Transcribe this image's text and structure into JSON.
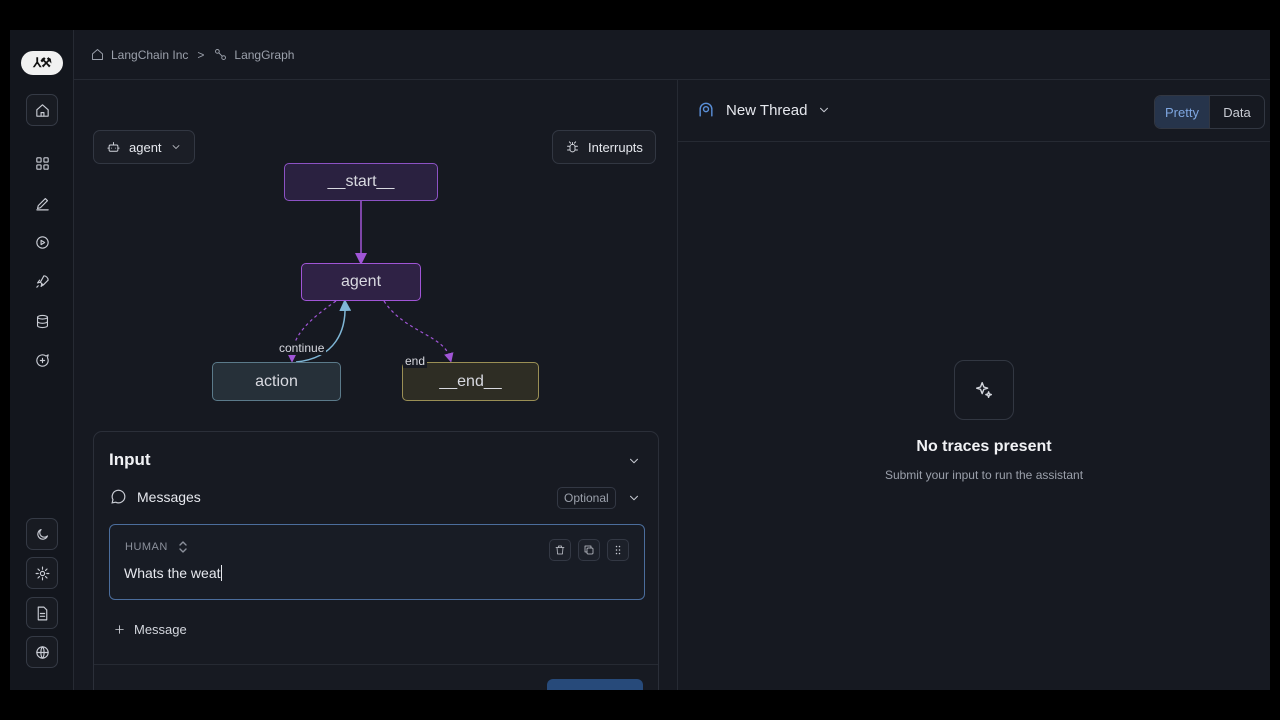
{
  "topbar": {
    "org": "LangChain Inc",
    "separator": ">",
    "project": "LangGraph"
  },
  "rail": {
    "logo": "⅄⚒",
    "icons": [
      "home-icon",
      "grid-icon",
      "pencil-icon",
      "play-circle-icon",
      "rocket-icon",
      "database-icon",
      "chat-plus-icon",
      "moon-icon",
      "gear-icon",
      "document-icon",
      "globe-icon"
    ]
  },
  "left_panel": {
    "graph_selector": "agent",
    "interrupts_label": "Interrupts",
    "graph": {
      "nodes": {
        "start": "__start__",
        "agent": "agent",
        "action": "action",
        "end": "__end__"
      },
      "edges": {
        "continue": "continue",
        "end": "end"
      }
    },
    "input": {
      "title": "Input",
      "messages_label": "Messages",
      "optional_badge": "Optional",
      "message_role": "HUMAN",
      "message_value": "Whats the weat",
      "add_message_label": "Message"
    }
  },
  "right_panel": {
    "thread_label": "New Thread",
    "view_tabs": [
      "Pretty",
      "Data"
    ],
    "active_tab": "Pretty",
    "empty_title": "No traces present",
    "empty_subtitle": "Submit your input to run the assistant"
  },
  "colors": {
    "background": "#161921",
    "accent_blue": "#5a8fd8",
    "node_purple": "#a055d6",
    "node_teal": "#5b7a8a",
    "node_olive": "#9a8f55"
  }
}
